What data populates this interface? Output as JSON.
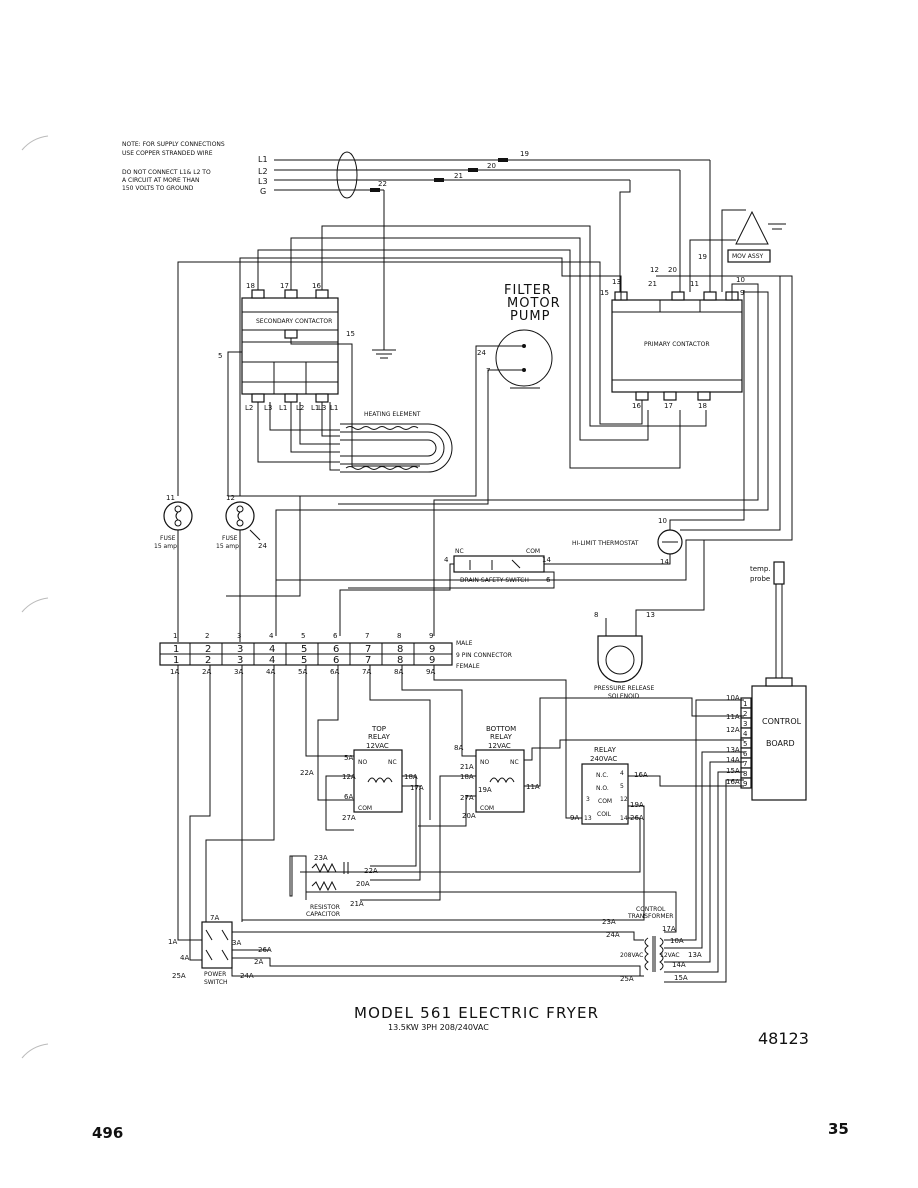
{
  "note": {
    "line1": "NOTE: FOR SUPPLY CONNECTIONS",
    "line2": "USE COPPER STRANDED WIRE",
    "line3": "DO NOT CONNECT L1& L2 TO",
    "line4": "A CIRCUIT AT MORE THAN",
    "line5": "150 VOLTS TO GROUND"
  },
  "supply_lines": [
    "L1",
    "L2",
    "L3",
    "G"
  ],
  "supply_wires": [
    "19",
    "20",
    "21",
    "22"
  ],
  "components": {
    "secondary_contactor": "SECONDARY CONTACTOR",
    "primary_contactor": "PRIMARY CONTACTOR",
    "mov_assy": "MOV ASSY",
    "filter_pump": [
      "FILTER",
      "MOTOR",
      "PUMP"
    ],
    "heating_element": "HEATING ELEMENT",
    "fuse_label": "FUSE",
    "fuse_rating": "15 amp",
    "hi_limit": "HI-LIMIT THERMOSTAT",
    "drain_switch": "DRAIN SAFETY SWITCH",
    "nc": "NC",
    "com": "COM",
    "temp_probe": [
      "temp.",
      "probe"
    ],
    "control_board": [
      "CONTROL",
      "BOARD"
    ],
    "pressure_solenoid": [
      "PRESSURE RELEASE",
      "SOLENOID"
    ],
    "connector_male": "MALE",
    "connector_name": "9 PIN CONNECTOR",
    "connector_female": "FEMALE",
    "top_relay": [
      "TOP",
      "RELAY",
      "12VAC"
    ],
    "bottom_relay": [
      "BOTTOM",
      "RELAY",
      "12VAC"
    ],
    "relay_240": [
      "RELAY",
      "240VAC"
    ],
    "relay_240_rows": [
      "N.C.",
      "N.O.",
      "COM",
      "COIL"
    ],
    "relay_no": "NO",
    "relay_nc": "NC",
    "relay_com": "COM",
    "resistor_capacitor": [
      "RESISTOR",
      "CAPACITOR"
    ],
    "control_transformer": [
      "CONTROL",
      "TRANSFORMER"
    ],
    "power_switch": [
      "POWER",
      "SWITCH"
    ],
    "transformer_primary": "208VAC",
    "transformer_secondary": "12VAC"
  },
  "secondary_terminals_top": [
    "18",
    "17",
    "16"
  ],
  "secondary_terminals_bottom": [
    "L2",
    "L3",
    "L1",
    "L2",
    "L1",
    "L3",
    "L1"
  ],
  "primary_terminals_top": [
    "13",
    "15",
    "12",
    "21",
    "20",
    "19",
    "11",
    "10",
    "9"
  ],
  "primary_terminals_bottom": [
    "16",
    "17",
    "18"
  ],
  "misc_wire_labels": {
    "w15": "15",
    "w5": "5",
    "w24": "24",
    "w7": "7",
    "w11": "11",
    "w12": "12",
    "w24b": "24",
    "w10": "10",
    "w14": "14",
    "w4": "4",
    "w6": "6",
    "w8": "8",
    "w13": "13"
  },
  "connector_top_labels": [
    "1",
    "2",
    "3",
    "4",
    "5",
    "6",
    "7",
    "8",
    "9"
  ],
  "connector_bottom_labels": [
    "1A",
    "2A",
    "3A",
    "4A",
    "5A",
    "6A",
    "7A",
    "8A",
    "9A"
  ],
  "control_board_pins": [
    "1",
    "2",
    "3",
    "4",
    "5",
    "6",
    "7",
    "8",
    "9"
  ],
  "control_board_wires": [
    "10A",
    "11A",
    "12A",
    "13A",
    "14A",
    "15A",
    "16A"
  ],
  "relay_wire_labels": {
    "top": [
      "5A",
      "12A",
      "6A",
      "22A",
      "27A",
      "18A",
      "17A"
    ],
    "bottom": [
      "8A",
      "21A",
      "18A",
      "19A",
      "27A",
      "20A",
      "11A"
    ],
    "r240": [
      "16A",
      "19A",
      "26A",
      "9A",
      "13"
    ],
    "r240_pins": [
      "4",
      "5",
      "3",
      "12",
      "13",
      "14"
    ]
  },
  "rc_labels": [
    "23A",
    "22A",
    "20A",
    "21A"
  ],
  "switch_labels": [
    "7A",
    "3A",
    "1A",
    "4A",
    "26A",
    "2A",
    "25A",
    "24A"
  ],
  "transformer_labels": [
    "23A",
    "24A",
    "17A",
    "10A",
    "13A",
    "14A",
    "25A",
    "15A"
  ],
  "model": {
    "title": "MODEL 561 ELECTRIC FRYER",
    "subtitle": "13.5KW 3PH 208/240VAC",
    "part_number": "48123"
  },
  "page": {
    "left_number": "496",
    "right_number": "35"
  }
}
